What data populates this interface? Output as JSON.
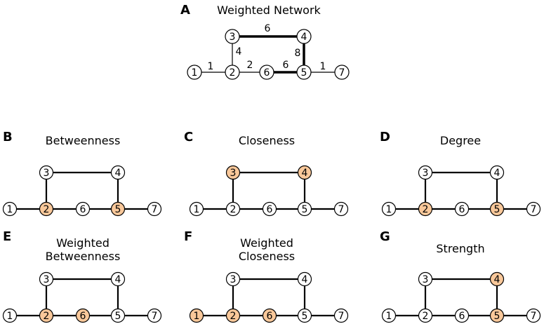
{
  "colors": {
    "highlight": "#f9c89a",
    "node_fill": "#ffffff",
    "stroke": "#000000"
  },
  "nodes": [
    "1",
    "2",
    "3",
    "4",
    "5",
    "6",
    "7"
  ],
  "panels": [
    {
      "id": "A",
      "letter": "A",
      "title_lines": [
        "Weighted Network"
      ],
      "highlighted": [],
      "edges": [
        {
          "from": "1",
          "to": "2",
          "weight": "1"
        },
        {
          "from": "2",
          "to": "3",
          "weight": "4"
        },
        {
          "from": "3",
          "to": "4",
          "weight": "6"
        },
        {
          "from": "4",
          "to": "5",
          "weight": "8"
        },
        {
          "from": "2",
          "to": "6",
          "weight": "2"
        },
        {
          "from": "6",
          "to": "5",
          "weight": "6"
        },
        {
          "from": "5",
          "to": "7",
          "weight": "1"
        }
      ]
    },
    {
      "id": "B",
      "letter": "B",
      "title_lines": [
        "Betweenness"
      ],
      "highlighted": [
        "2",
        "5"
      ]
    },
    {
      "id": "C",
      "letter": "C",
      "title_lines": [
        "Closeness"
      ],
      "highlighted": [
        "3",
        "4"
      ]
    },
    {
      "id": "D",
      "letter": "D",
      "title_lines": [
        "Degree"
      ],
      "highlighted": [
        "2",
        "5"
      ]
    },
    {
      "id": "E",
      "letter": "E",
      "title_lines": [
        "Weighted",
        "Betweenness"
      ],
      "highlighted": [
        "2",
        "6"
      ]
    },
    {
      "id": "F",
      "letter": "F",
      "title_lines": [
        "Weighted",
        "Closeness"
      ],
      "highlighted": [
        "1",
        "2",
        "6"
      ]
    },
    {
      "id": "G",
      "letter": "G",
      "title_lines": [
        "Strength"
      ],
      "highlighted": [
        "4",
        "5"
      ]
    }
  ]
}
